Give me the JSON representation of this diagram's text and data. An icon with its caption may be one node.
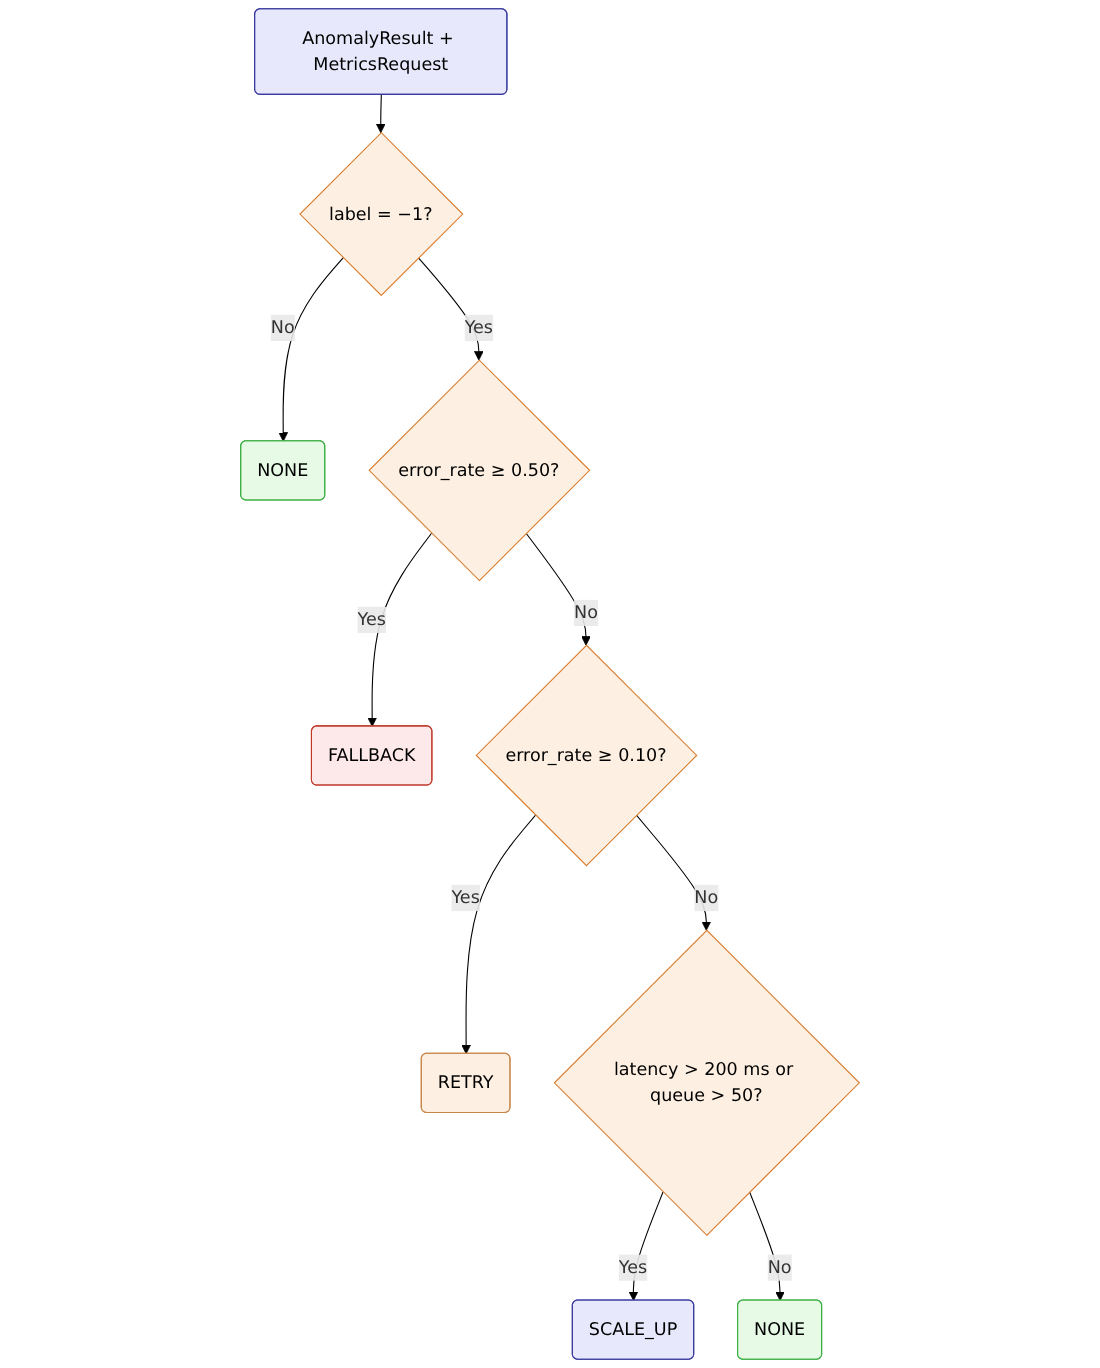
{
  "diagram": {
    "nodes": [
      {
        "text": [
          "AnomalyResult + MetricsRequest"
        ]
      },
      {
        "text": [
          "label = −1?"
        ]
      },
      {
        "text": [
          "NONE"
        ]
      },
      {
        "text": [
          "error_rate ≥ 0.50?"
        ]
      },
      {
        "text": [
          "FALLBACK"
        ]
      },
      {
        "text": [
          "error_rate ≥ 0.10?"
        ]
      },
      {
        "text": [
          "RETRY"
        ]
      },
      {
        "text": [
          "latency > 200 ms or queue > 50?"
        ]
      },
      {
        "text": [
          "SCALE_UP"
        ]
      },
      {
        "text": [
          "NONE"
        ]
      }
    ],
    "edges": [
      {
        "from": 0,
        "to": 1,
        "arrow": "to"
      },
      {
        "from": 1,
        "to": 2,
        "arrow": "to",
        "label": "No"
      },
      {
        "from": 1,
        "to": 3,
        "arrow": "to",
        "label": "Yes"
      },
      {
        "from": 3,
        "to": 4,
        "arrow": "to",
        "label": "Yes"
      },
      {
        "from": 3,
        "to": 5,
        "arrow": "to",
        "label": "No"
      },
      {
        "from": 5,
        "to": 6,
        "arrow": "to",
        "label": "Yes"
      },
      {
        "from": 5,
        "to": 7,
        "arrow": "to",
        "label": "No"
      },
      {
        "from": 7,
        "to": 8,
        "arrow": "to",
        "label": "Yes"
      },
      {
        "from": 7,
        "to": 9,
        "arrow": "to",
        "label": "No"
      }
    ]
  }
}
